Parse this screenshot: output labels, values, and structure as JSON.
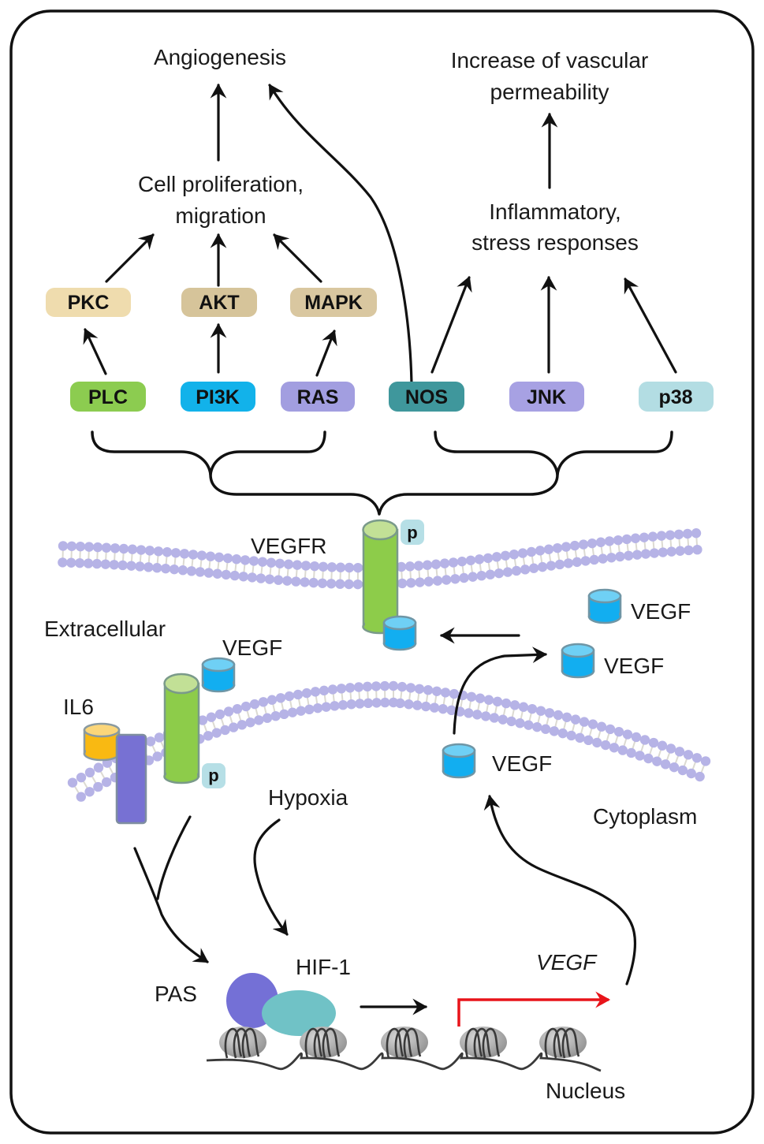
{
  "outcomes": {
    "angiogenesis": "Angiogenesis",
    "vascular_permeability": [
      "Increase of vascular",
      "permeability"
    ],
    "proliferation": [
      "Cell proliferation,",
      "migration"
    ],
    "inflammatory": [
      "Inflammatory,",
      "stress responses"
    ]
  },
  "upper_nodes": [
    {
      "id": "pkc",
      "label": "PKC",
      "color": "#efdcae"
    },
    {
      "id": "akt",
      "label": "AKT",
      "color": "#d6c49a"
    },
    {
      "id": "mapk",
      "label": "MAPK",
      "color": "#d9c7a0"
    }
  ],
  "signal_nodes": [
    {
      "id": "plc",
      "label": "PLC",
      "color": "#8ccc50"
    },
    {
      "id": "pi3k",
      "label": "PI3K",
      "color": "#12b2ea"
    },
    {
      "id": "ras",
      "label": "RAS",
      "color": "#a29ee0"
    },
    {
      "id": "nos",
      "label": "NOS",
      "color": "#3f979c"
    },
    {
      "id": "jnk",
      "label": "JNK",
      "color": "#a7a1e3"
    },
    {
      "id": "p38",
      "label": "p38",
      "color": "#b3dde3"
    }
  ],
  "labels": {
    "vegfr": "VEGFR",
    "extracellular": "Extracellular",
    "vegf": "VEGF",
    "il6": "IL6",
    "hypoxia": "Hypoxia",
    "cytoplasm": "Cytoplasm",
    "pas": "PAS",
    "hif1": "HIF-1",
    "vegf_gene": "VEGF",
    "nucleus": "Nucleus",
    "phospho": "p"
  },
  "colors": {
    "membrane": "#b6b3e6",
    "vegfr_body": "#8dcc4a",
    "vegfr_top": "#c2e096",
    "vegf_body": "#12aef0",
    "vegf_top": "#6fd0f5",
    "il6_body": "#f9b912",
    "il6_top": "#fbd67a",
    "il6r_body": "#7771d3",
    "phospho_bg": "#b6dfe6",
    "pas": "#7470d6",
    "hif1": "#70c2c6",
    "transcription_arrow": "#e8141a",
    "nucleosome": "#a9a9a9"
  }
}
